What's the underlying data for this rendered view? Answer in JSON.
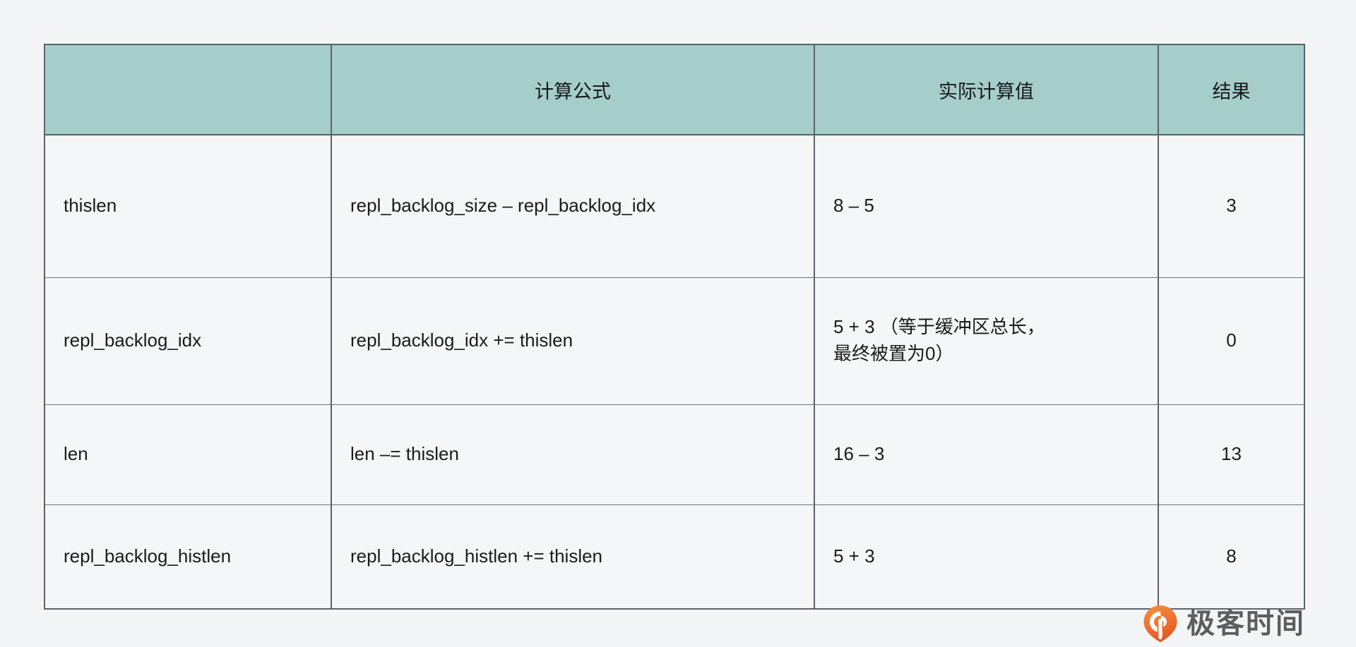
{
  "table": {
    "headers": [
      "",
      "计算公式",
      "实际计算值",
      "结果"
    ],
    "rows": [
      {
        "name": "thislen",
        "formula": "repl_backlog_size – repl_backlog_idx",
        "value_line1": "8 – 5",
        "value_line2": "",
        "result": "3"
      },
      {
        "name": "repl_backlog_idx",
        "formula": "repl_backlog_idx += thislen",
        "value_line1": "5 + 3 （等于缓冲区总长，",
        "value_line2": "最终被置为0）",
        "result": "0"
      },
      {
        "name": "len",
        "formula": "len –= thislen",
        "value_line1": "16 – 3",
        "value_line2": "",
        "result": "13"
      },
      {
        "name": "repl_backlog_histlen",
        "formula": "repl_backlog_histlen += thislen",
        "value_line1": "5 + 3",
        "value_line2": "",
        "result": "8"
      }
    ]
  },
  "watermark": {
    "brand": "极客时间",
    "icon": "location-pin-icon"
  },
  "colors": {
    "page_background": "#f4f5f7",
    "header_fill": "#a5cecb",
    "border": "#5a6368",
    "row_divider": "#6c7479",
    "cell_background": "#f5f6f8",
    "text": "#1a1b1d",
    "brand_orange_light": "#f2843c",
    "brand_orange_dark": "#e8591f",
    "brand_text_gray": "#58595b"
  }
}
